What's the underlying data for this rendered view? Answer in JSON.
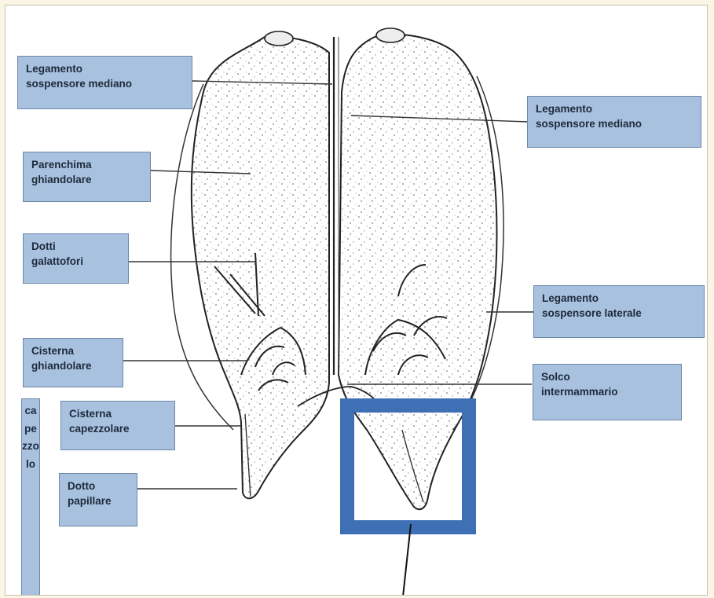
{
  "labels": {
    "leg_mediano_left": "Legamento\nsospensore mediano",
    "leg_mediano_right": "Legamento\nsospensore mediano",
    "parenchima": "Parenchima\nghiandolare",
    "dotti": "Dotti\ngalattofori",
    "cisterna_ghiandolare": "Cisterna\nghiandolare",
    "cisterna_capezzolare": "Cisterna\ncapezzolare",
    "dotto_papillare": "Dotto\npapillare",
    "leg_laterale": "Legamento\nsospensore laterale",
    "solco": "Solco\nintermammario",
    "capezzolo": "capezzolo"
  },
  "colors": {
    "label_fill": "#a8c1df",
    "label_border": "#6d87a8",
    "highlight_square": "#3f6fb4",
    "page_background": "#fbf5e6"
  }
}
